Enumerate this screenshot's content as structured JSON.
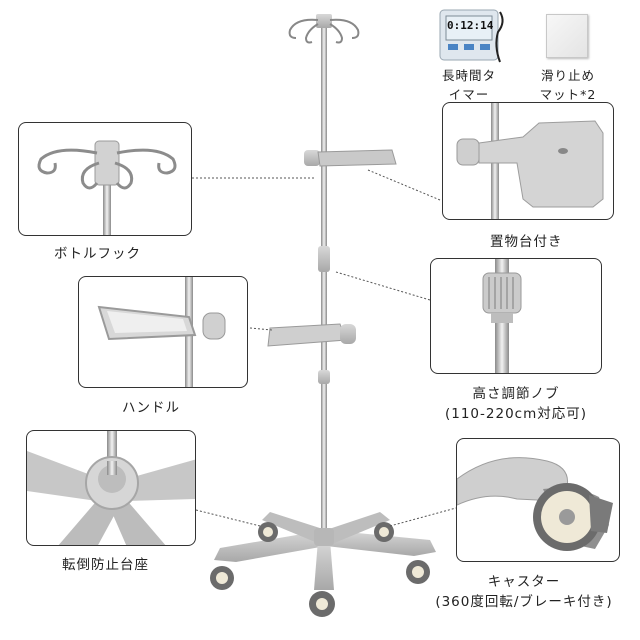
{
  "product_features": {
    "bottle_hook": "ボトルフック",
    "handle": "ハンドル",
    "anti_tip_base": "転倒防止台座",
    "tray": "置物台付き",
    "height_knob_line1": "高さ調節ノブ",
    "height_knob_line2": "(110-220cm対応可)",
    "caster_line1": "キャスター",
    "caster_line2": "(360度回転/ブレーキ付き)"
  },
  "accessories": {
    "timer_line1": "長時間タ",
    "timer_line2": "イマー",
    "timer_display": "0:12:14",
    "mat_line1": "滑り止め",
    "mat_line2": "マット*2"
  }
}
